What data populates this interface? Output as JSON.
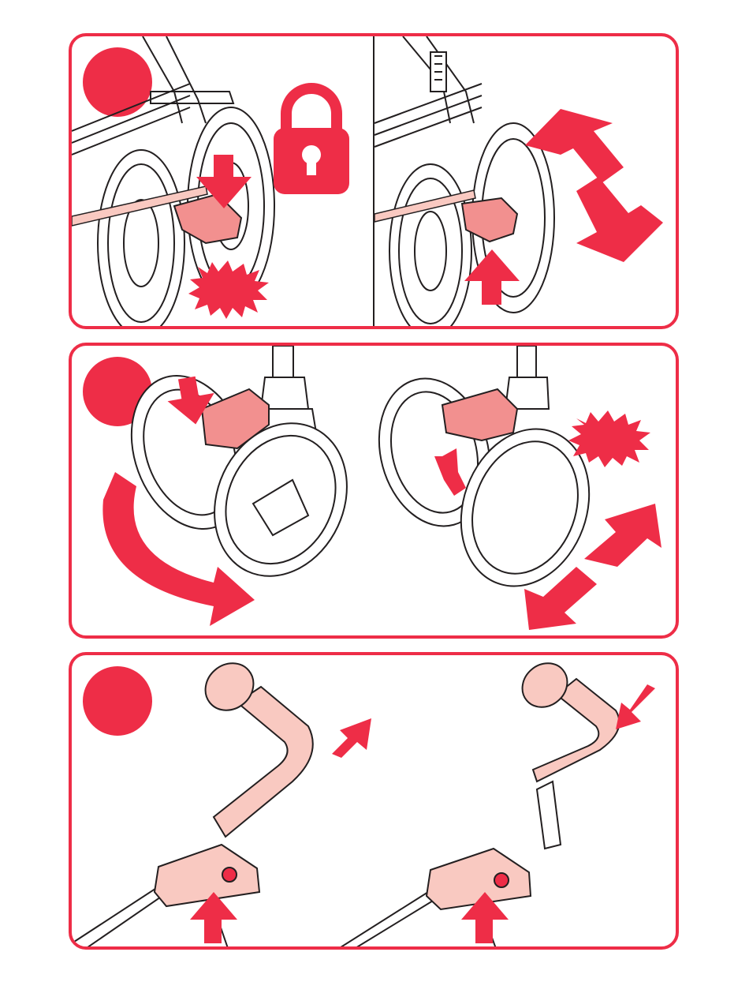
{
  "colors": {
    "accent": "#ee2d47",
    "part_fill": "#f2908f",
    "grip_fill": "#f9c9c1",
    "line": "#231f20"
  },
  "panels": [
    {
      "step_label": "",
      "content": [
        "front-wheel-brake-lock",
        "lock-icon",
        "click-burst",
        "release-brake",
        "double-arrow"
      ]
    },
    {
      "step_label": "",
      "content": [
        "swivel-wheel-unlocked",
        "curved-arrow",
        "swivel-lock",
        "click-burst",
        "double-arrow"
      ]
    },
    {
      "step_label": "",
      "content": [
        "handle-release-button",
        "handle-fold-arrow",
        "handle-unfold-arrow"
      ]
    }
  ],
  "icons": [
    "step-badge",
    "lock-icon",
    "click-burst-icon",
    "arrow-icon"
  ]
}
